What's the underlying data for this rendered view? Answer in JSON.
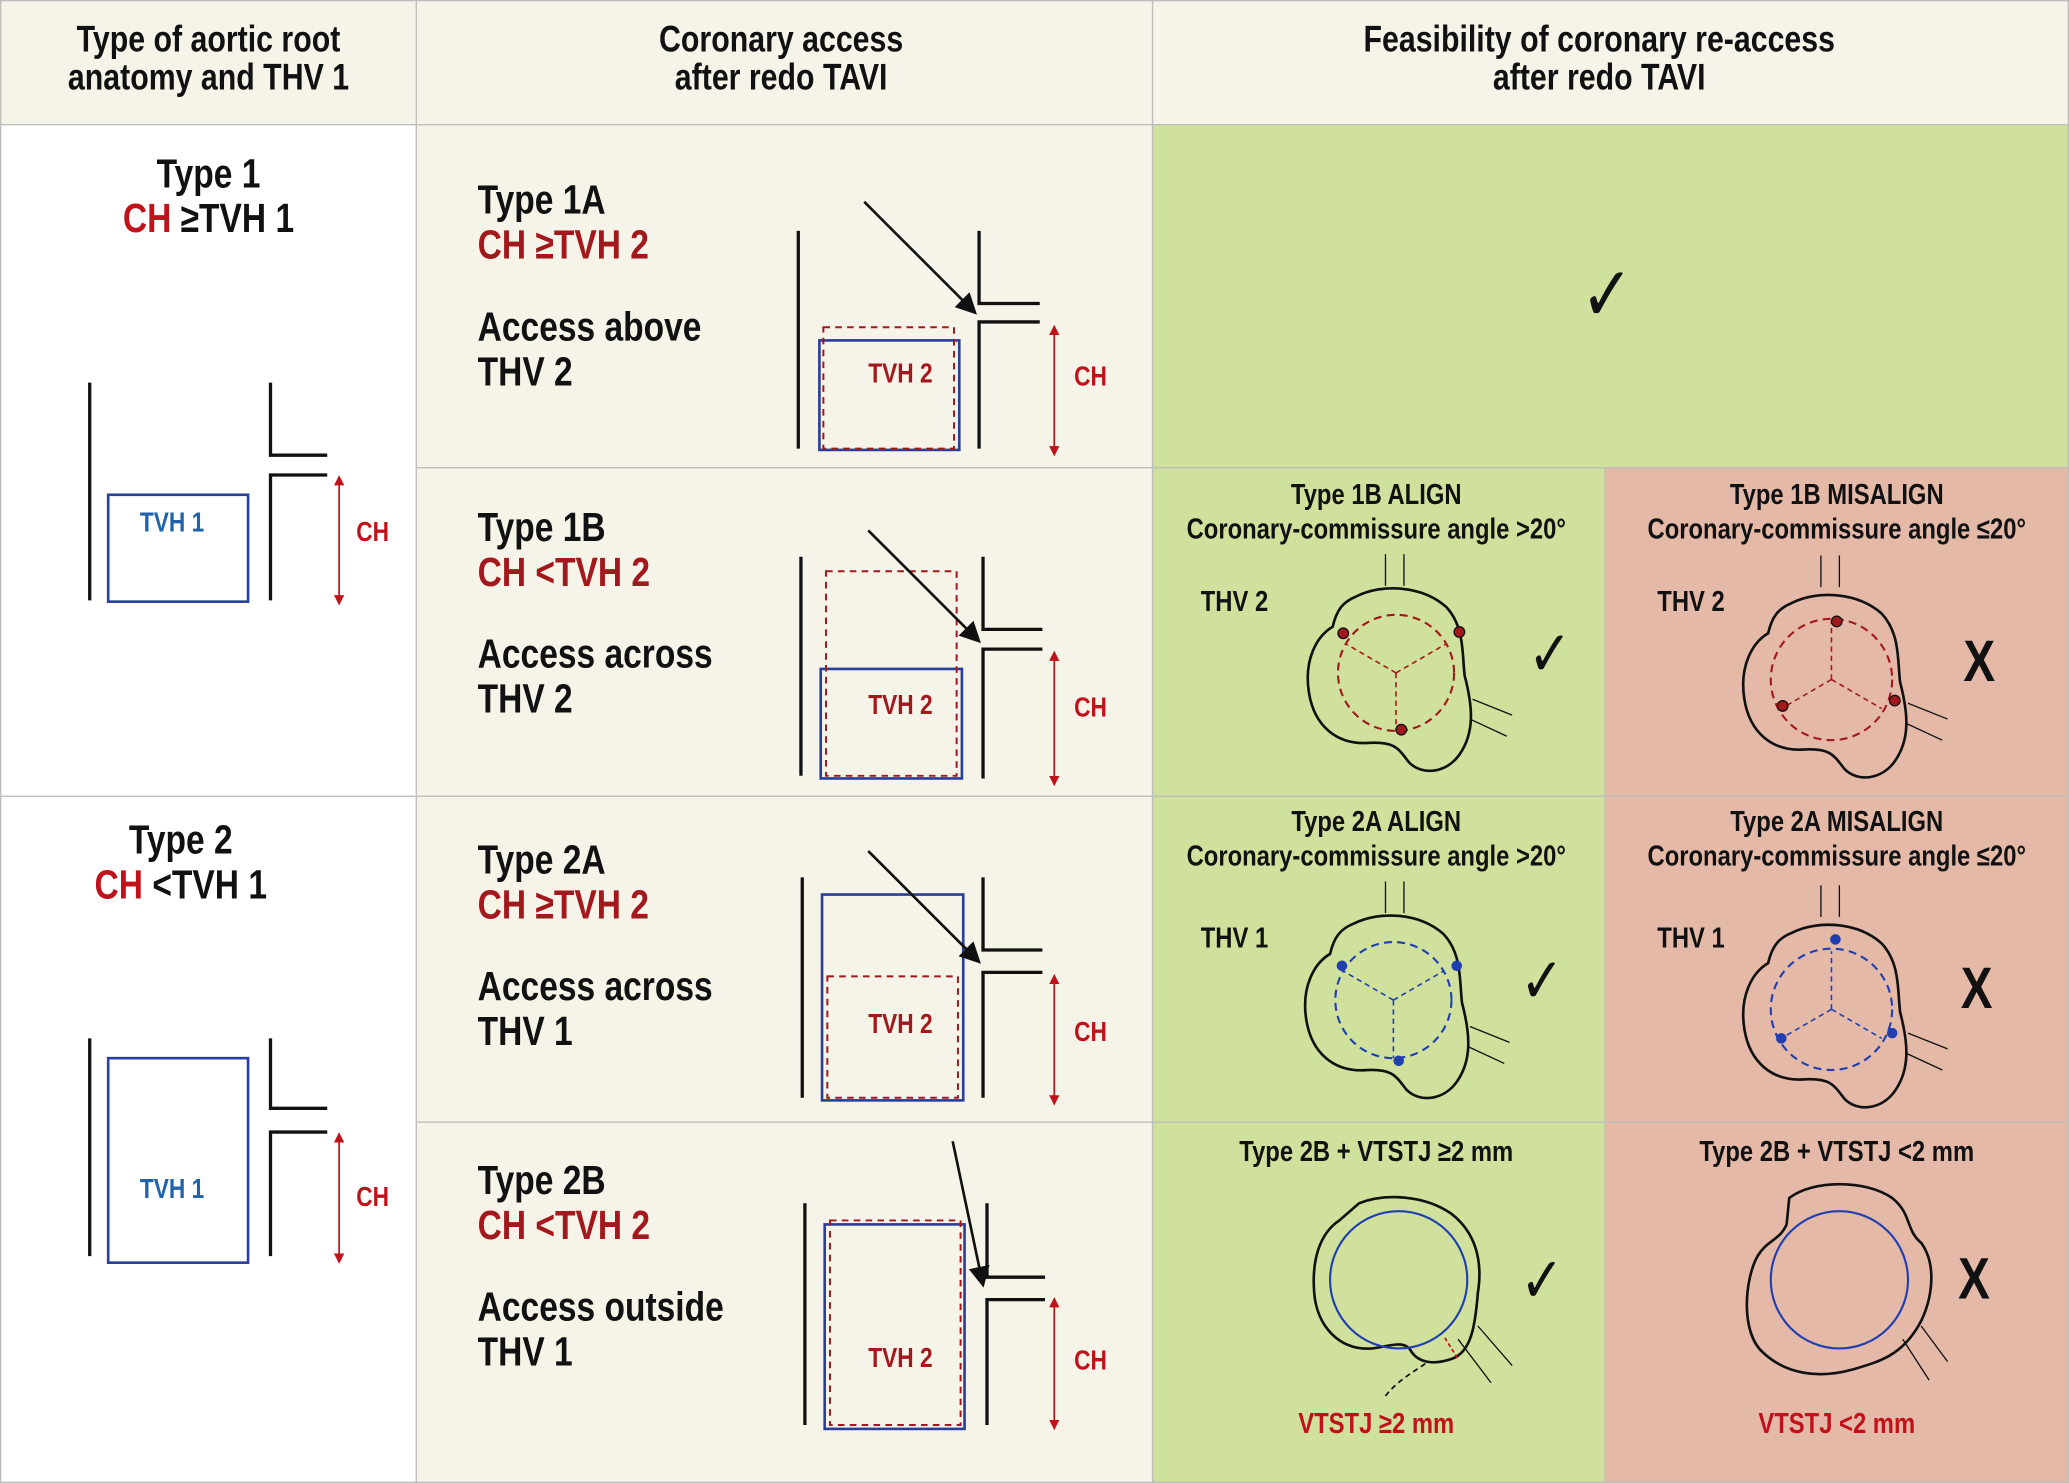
{
  "header": {
    "col1": [
      "Type of aortic root",
      "anatomy and THV 1"
    ],
    "col2": [
      "Coronary access",
      "after redo TAVI"
    ],
    "col3": [
      "Feasibility of coronary re-access",
      "after redo TAVI"
    ]
  },
  "type1": {
    "title": "Type 1",
    "ch": "CH",
    "rel": "≥TVH 1",
    "box": "TVH 1",
    "arrow_label": "CH"
  },
  "type2": {
    "title": "Type 2",
    "ch": "CH",
    "rel": "<TVH 1",
    "box": "TVH 1",
    "arrow_label": "CH"
  },
  "rows": [
    {
      "title": "Type 1A",
      "sub": "CH ≥TVH 2",
      "access": [
        "Access above",
        "THV 2"
      ],
      "box": "TVH 2",
      "ch": "CH"
    },
    {
      "title": "Type 1B",
      "sub": "CH <TVH 2",
      "access": [
        "Access across",
        "THV 2"
      ],
      "box": "TVH 2",
      "ch": "CH"
    },
    {
      "title": "Type 2A",
      "sub": "CH ≥TVH 2",
      "access": [
        "Access across",
        "THV 1"
      ],
      "box": "TVH 2",
      "ch": "CH"
    },
    {
      "title": "Type 2B",
      "sub": "CH <TVH 2",
      "access": [
        "Access outside",
        "THV 1"
      ],
      "box": "TVH 2",
      "ch": "CH"
    }
  ],
  "feasibility": {
    "r1a": {
      "mark": "✓"
    },
    "r1b_align": {
      "title": "Type 1B ALIGN",
      "sub": "Coronary-commissure angle >20°",
      "label": "THV 2",
      "mark": "✓"
    },
    "r1b_misalign": {
      "title": "Type 1B MISALIGN",
      "sub": "Coronary-commissure angle ≤20°",
      "label": "THV 2",
      "mark": "X"
    },
    "r2a_align": {
      "title": "Type 2A ALIGN",
      "sub": "Coronary-commissure angle >20°",
      "label": "THV 1",
      "mark": "✓"
    },
    "r2a_misalign": {
      "title": "Type 2A MISALIGN",
      "sub": "Coronary-commissure angle ≤20°",
      "label": "THV 1",
      "mark": "X"
    },
    "r2b_ok": {
      "title": "Type 2B + VTSTJ ≥2 mm",
      "foot": "VTSTJ ≥2 mm",
      "mark": "✓"
    },
    "r2b_no": {
      "title": "Type 2B + VTSTJ <2 mm",
      "foot": "VTSTJ <2 mm",
      "mark": "X"
    }
  },
  "colors": {
    "green": "#d0e09d",
    "pink": "#e4b9a8",
    "red": "#c1121b",
    "dark_red": "#a3181c",
    "blue": "#1f63ad"
  }
}
